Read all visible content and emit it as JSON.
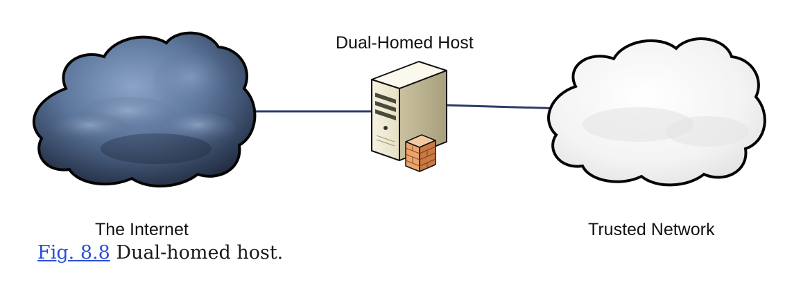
{
  "diagram": {
    "host_label": "Dual-Homed Host",
    "internet_label": "The Internet",
    "trusted_label": "Trusted Network",
    "connection_color": "#2b3a67",
    "internet_cloud_color": "#5f7aa0",
    "trusted_cloud_color": "#f2f2f2"
  },
  "caption": {
    "link_text": "Fig. 8.8",
    "text": " Dual-homed host."
  }
}
